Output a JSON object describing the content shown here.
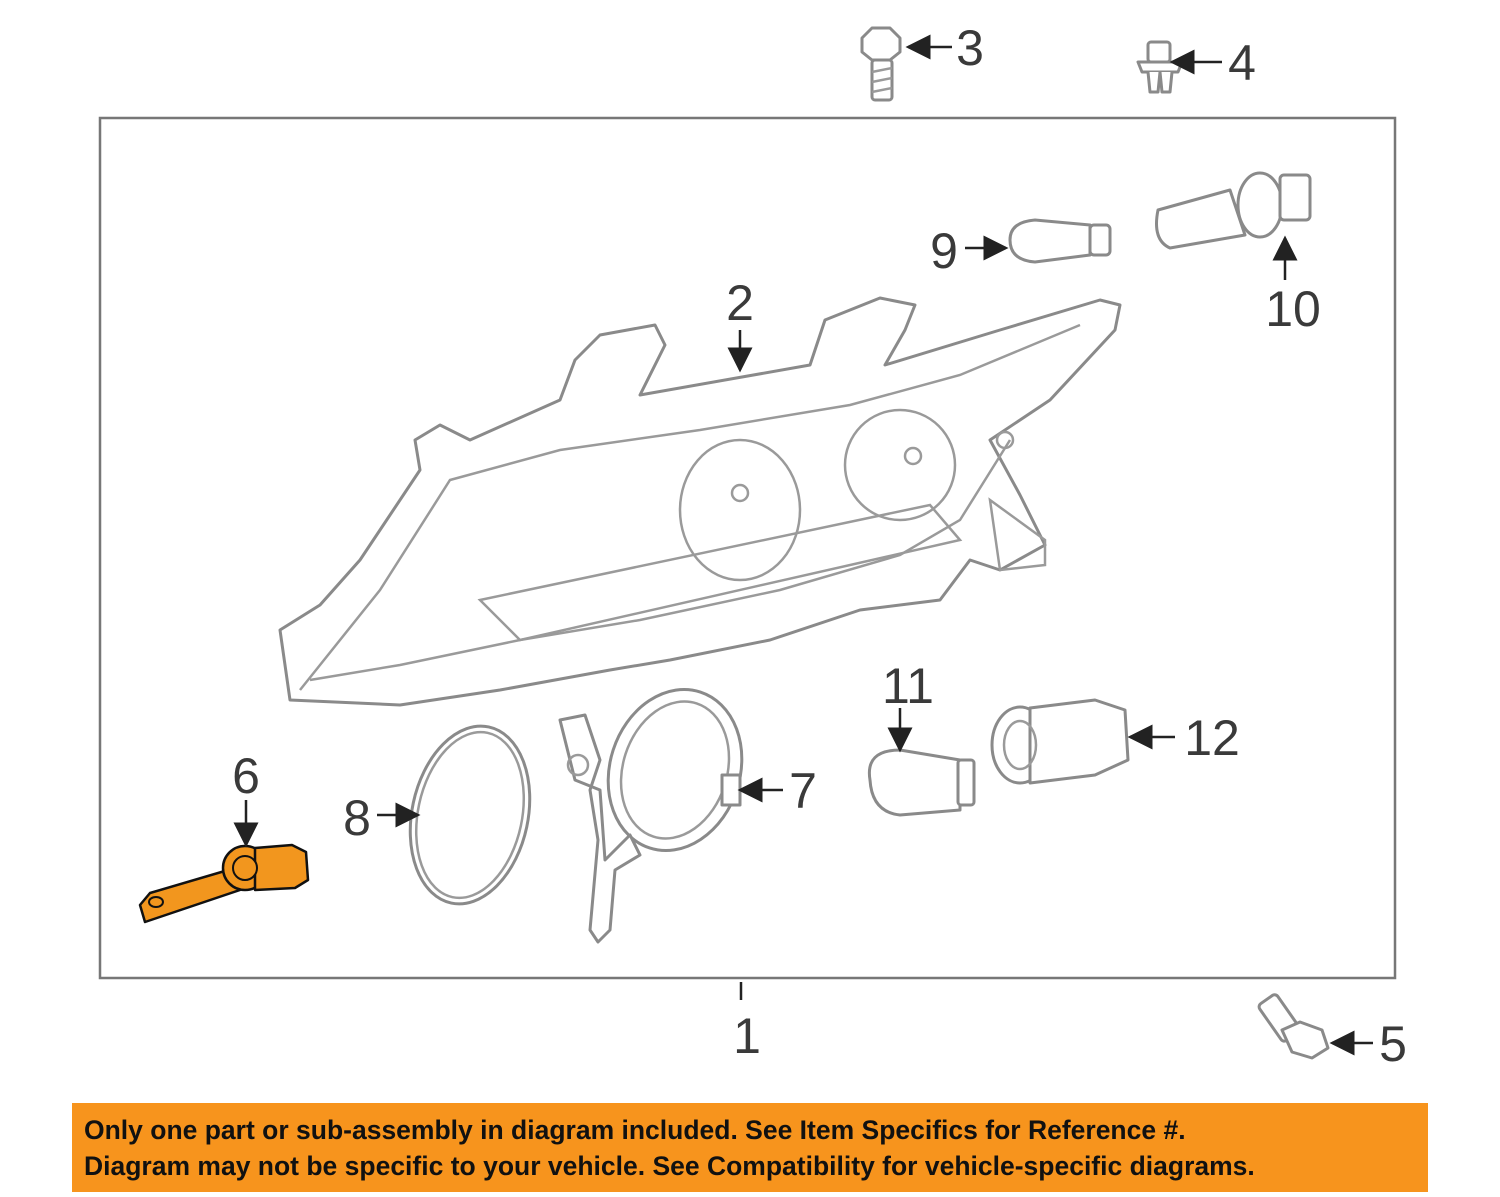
{
  "diagram": {
    "callouts": [
      "1",
      "2",
      "3",
      "4",
      "5",
      "6",
      "7",
      "8",
      "9",
      "10",
      "11",
      "12"
    ],
    "highlighted_part": "6",
    "highlight_color": "#F2961E"
  },
  "banner": {
    "line1": "Only one part or sub-assembly in diagram included. See Item Specifics for Reference #.",
    "line2": "Diagram may not be specific to your vehicle. See Compatibility for vehicle-specific diagrams.",
    "color": "#F7941D"
  }
}
